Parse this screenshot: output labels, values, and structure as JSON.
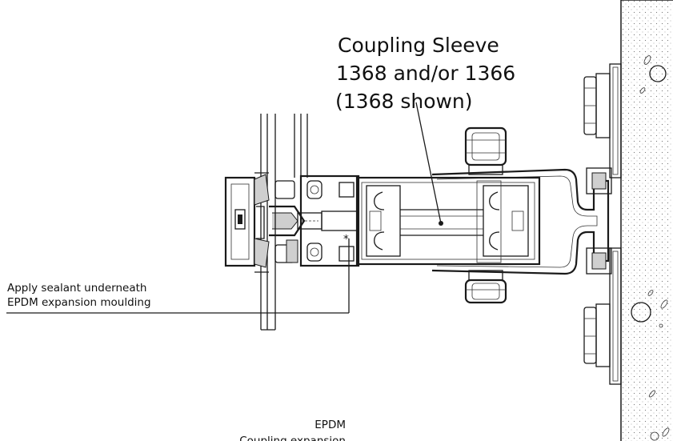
{
  "labels": {
    "coupling_line1": "Coupling Sleeve",
    "coupling_line2": "1368 and/or 1366",
    "coupling_line3": "(1368 shown)",
    "sealant_line1": "Apply sealant underneath",
    "sealant_line2": "EPDM expansion moulding",
    "epdm": "EPDM",
    "coupling_expansion": "Coupling expansion"
  },
  "marks": {
    "asterisk": "*"
  },
  "colors": {
    "line": "#1a1a1a",
    "fill_grey": "#cfcfcf",
    "background": "#ffffff"
  }
}
